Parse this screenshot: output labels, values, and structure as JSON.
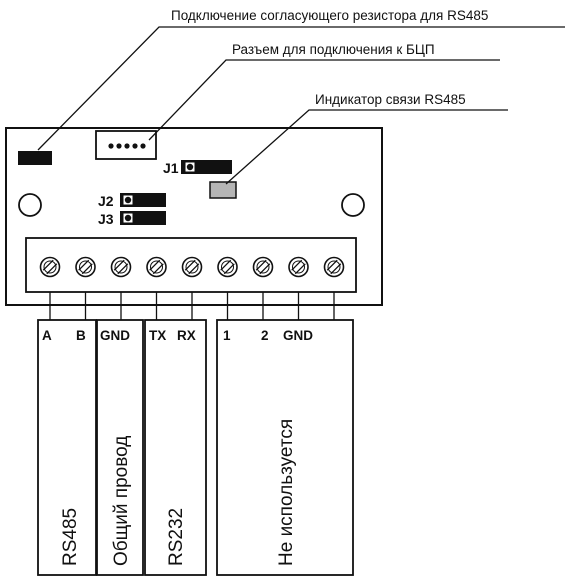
{
  "callouts": {
    "resistor": "Подключение согласующего резистора для RS485",
    "connector": "Разъем для подключения к БЦП",
    "indicator": "Индикатор связи RS485"
  },
  "jumpers": {
    "j1": "J1",
    "j2": "J2",
    "j3": "J3"
  },
  "pins": {
    "a": "A",
    "b": "B",
    "gnd1": "GND",
    "tx": "TX",
    "rx": "RX",
    "p1": "1",
    "p2": "2",
    "gnd2": "GND"
  },
  "groups": {
    "rs485": "RS485",
    "common": "Общий провод",
    "rs232": "RS232",
    "unused": "Не используется"
  },
  "terminal_count": 9
}
